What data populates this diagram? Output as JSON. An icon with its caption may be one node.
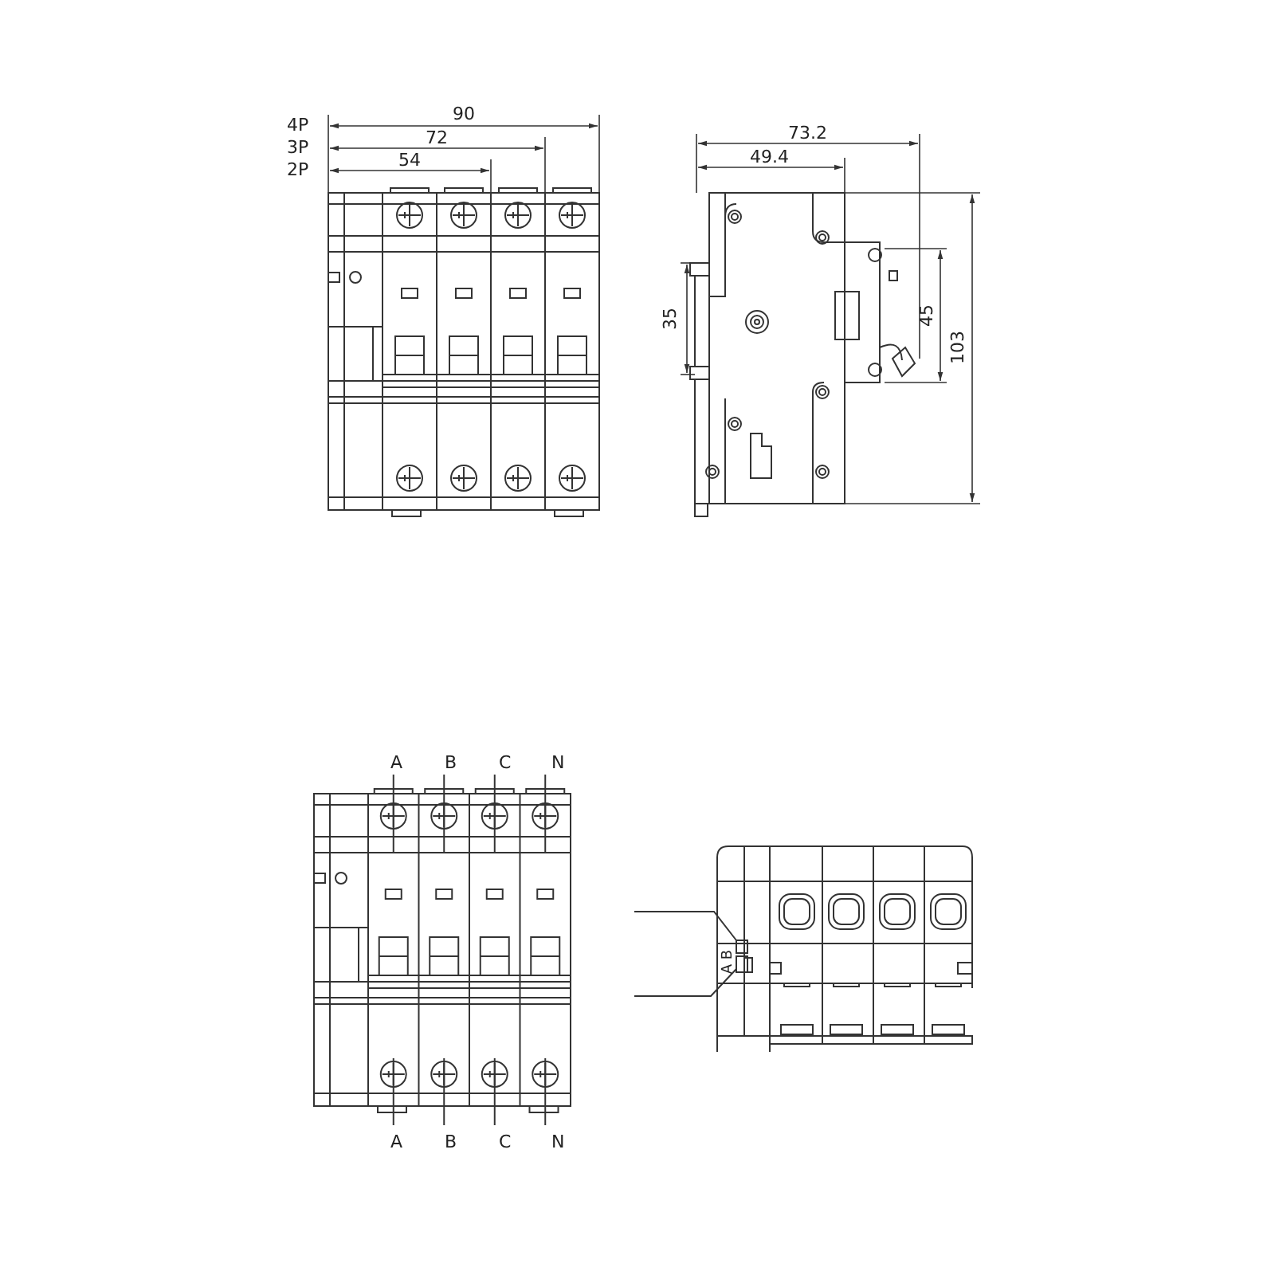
{
  "diagram": {
    "labels": [
      "4P",
      "90",
      "3P",
      "72",
      "2P",
      "54",
      "73.2",
      "49.4",
      "35",
      "45",
      "103",
      "A",
      "B",
      "C",
      "N",
      "A",
      "B",
      "A",
      "B",
      "C",
      "N"
    ]
  }
}
